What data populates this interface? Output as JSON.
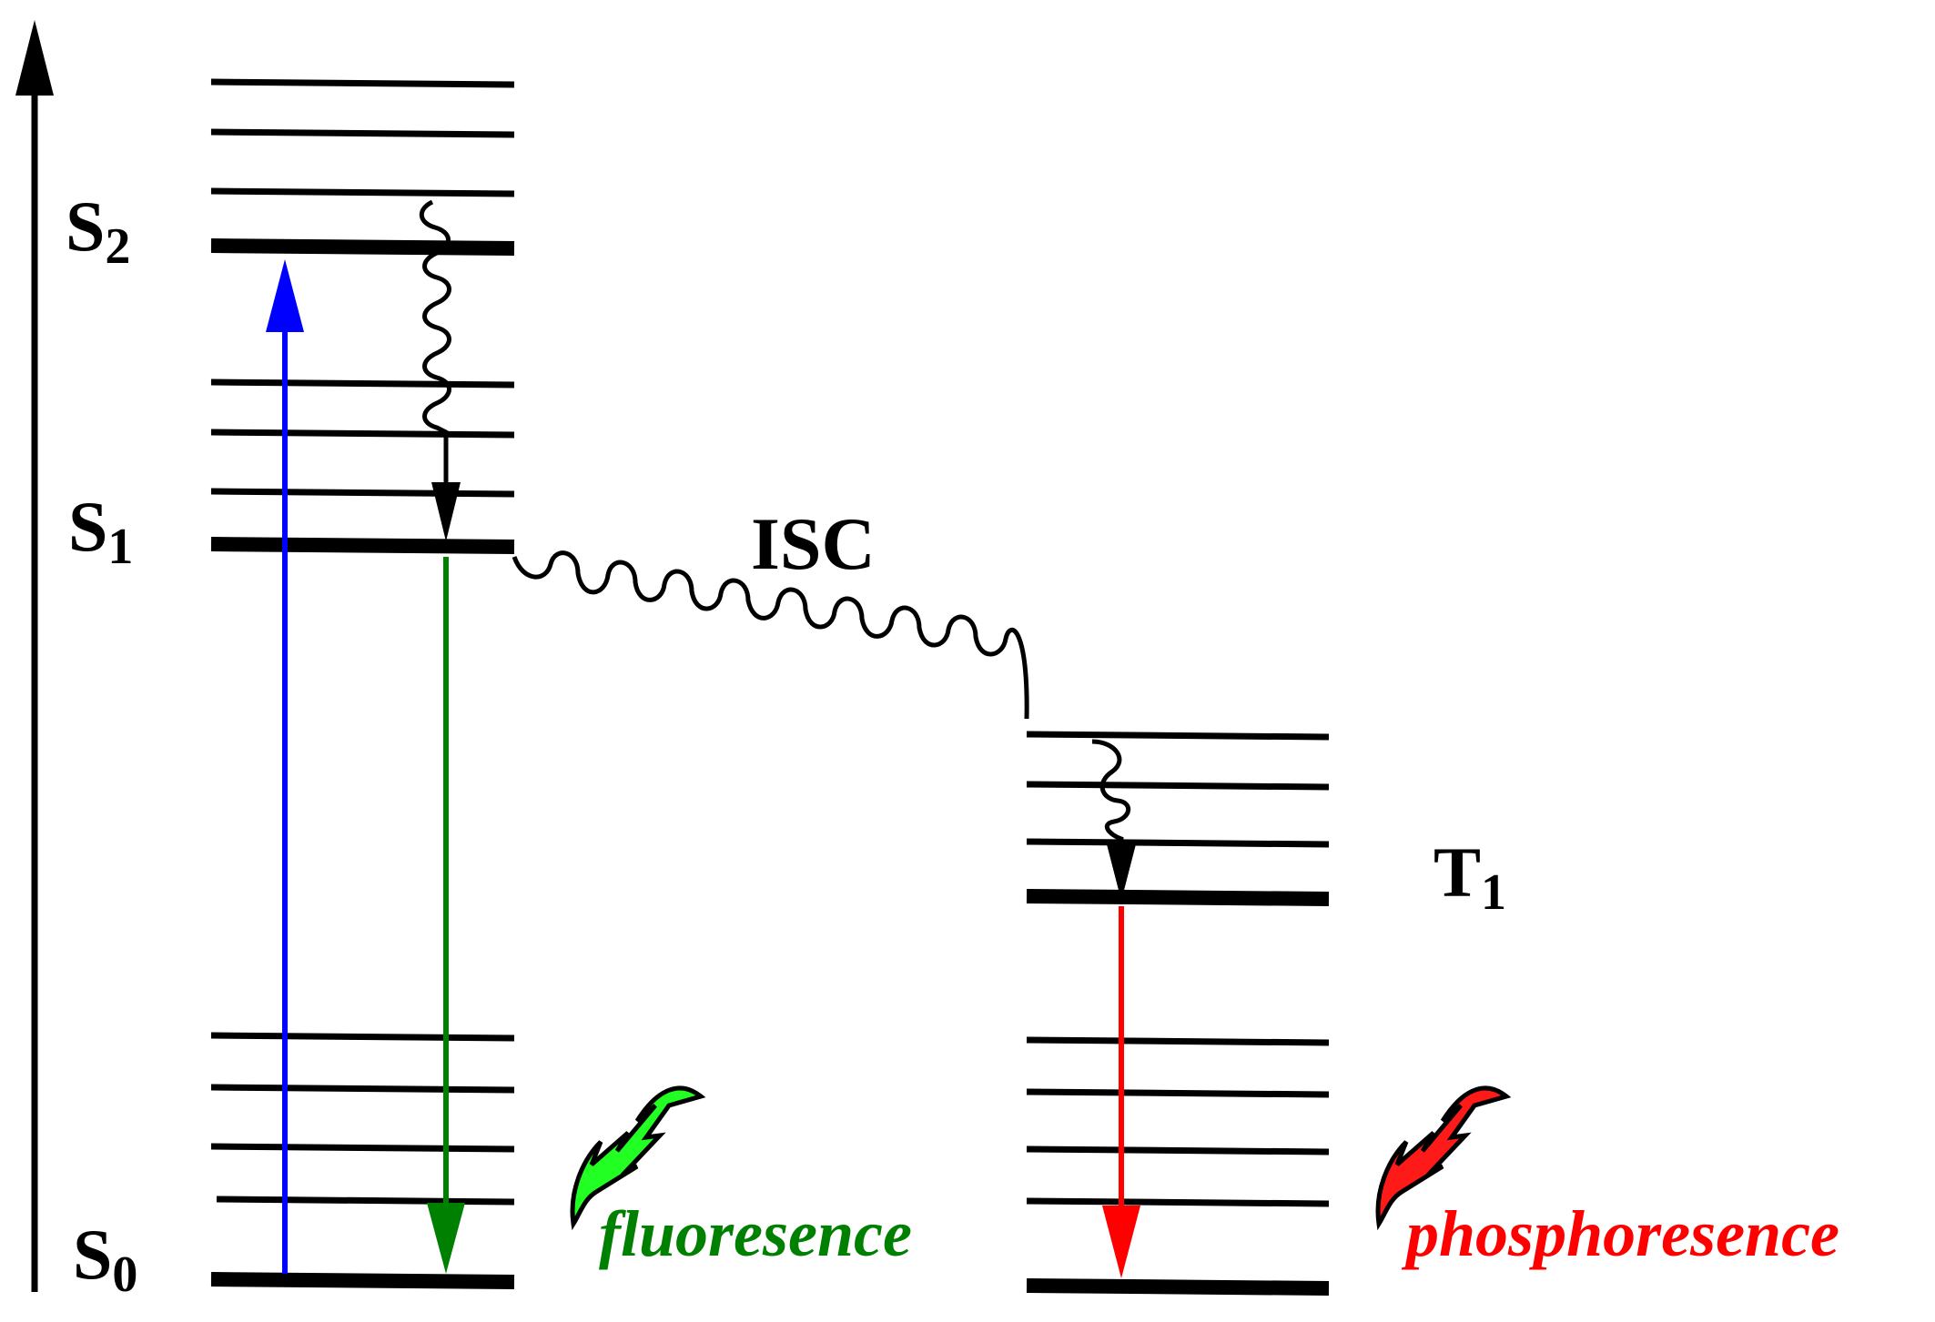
{
  "diagram": {
    "states": {
      "S2": {
        "letter": "S",
        "subscript": "2"
      },
      "S1": {
        "letter": "S",
        "subscript": "1"
      },
      "S0": {
        "letter": "S",
        "subscript": "0"
      },
      "T1": {
        "letter": "T",
        "subscript": "1"
      }
    },
    "isc_label": "ISC",
    "fluorescence_label": "fluoresence",
    "phosphorescence_label": "phosphoresence",
    "colors": {
      "absorption": "#0000ff",
      "fluorescence": "#008000",
      "fluorescence_bolt": "#22ff22",
      "phosphorescence": "#ff0000",
      "phosphorescence_bolt": "#ff1a1a",
      "lines": "#000000"
    }
  }
}
